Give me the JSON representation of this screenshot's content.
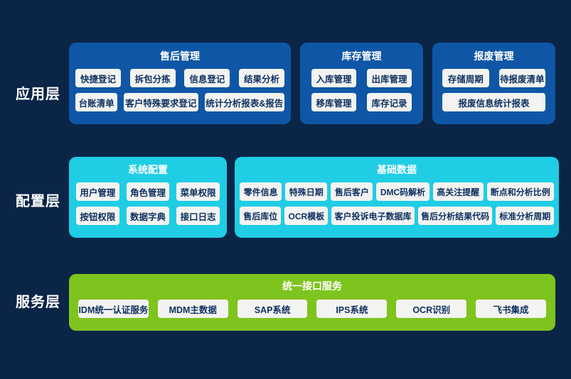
{
  "colors": {
    "bg": "#0b2547",
    "app_box": "#0f57a6",
    "config_box": "#1fcde4",
    "service_box": "#7ec41e",
    "button_bg": "#f3f3f1",
    "button_text": "#0e3060",
    "title_text": "#ffffff"
  },
  "layers": [
    {
      "label": "应用层",
      "groups": [
        {
          "title": "售后管理",
          "rows": [
            [
              "快捷登记",
              "拆包分拣",
              "信息登记",
              "结果分析"
            ],
            [
              "台账清单",
              "客户特殊要求登记",
              "统计分析报表&报告"
            ]
          ]
        },
        {
          "title": "库存管理",
          "rows": [
            [
              "入库管理",
              "出库管理"
            ],
            [
              "移库管理",
              "库存记录"
            ]
          ]
        },
        {
          "title": "报废管理",
          "rows": [
            [
              "存储周期",
              "待报废清单"
            ],
            [
              "报废信息统计报表"
            ]
          ]
        }
      ]
    },
    {
      "label": "配置层",
      "groups": [
        {
          "title": "系统配置",
          "rows": [
            [
              "用户管理",
              "角色管理",
              "菜单权限"
            ],
            [
              "按钮权限",
              "数据字典",
              "接口日志"
            ]
          ]
        },
        {
          "title": "基础数据",
          "rows": [
            [
              "零件信息",
              "特殊日期",
              "售后客户",
              "DMC码解析",
              "高关注提醒",
              "断点和分析比例"
            ],
            [
              "售后库位",
              "OCR模板",
              "客户投诉电子数据库",
              "售后分析结果代码",
              "标准分析周期"
            ]
          ]
        }
      ]
    },
    {
      "label": "服务层",
      "groups": [
        {
          "title": "统一接口服务",
          "rows": [
            [
              "IDM统一认证服务",
              "MDM主数据",
              "SAP系统",
              "IPS系统",
              "OCR识别",
              "飞书集成"
            ]
          ]
        }
      ]
    }
  ]
}
